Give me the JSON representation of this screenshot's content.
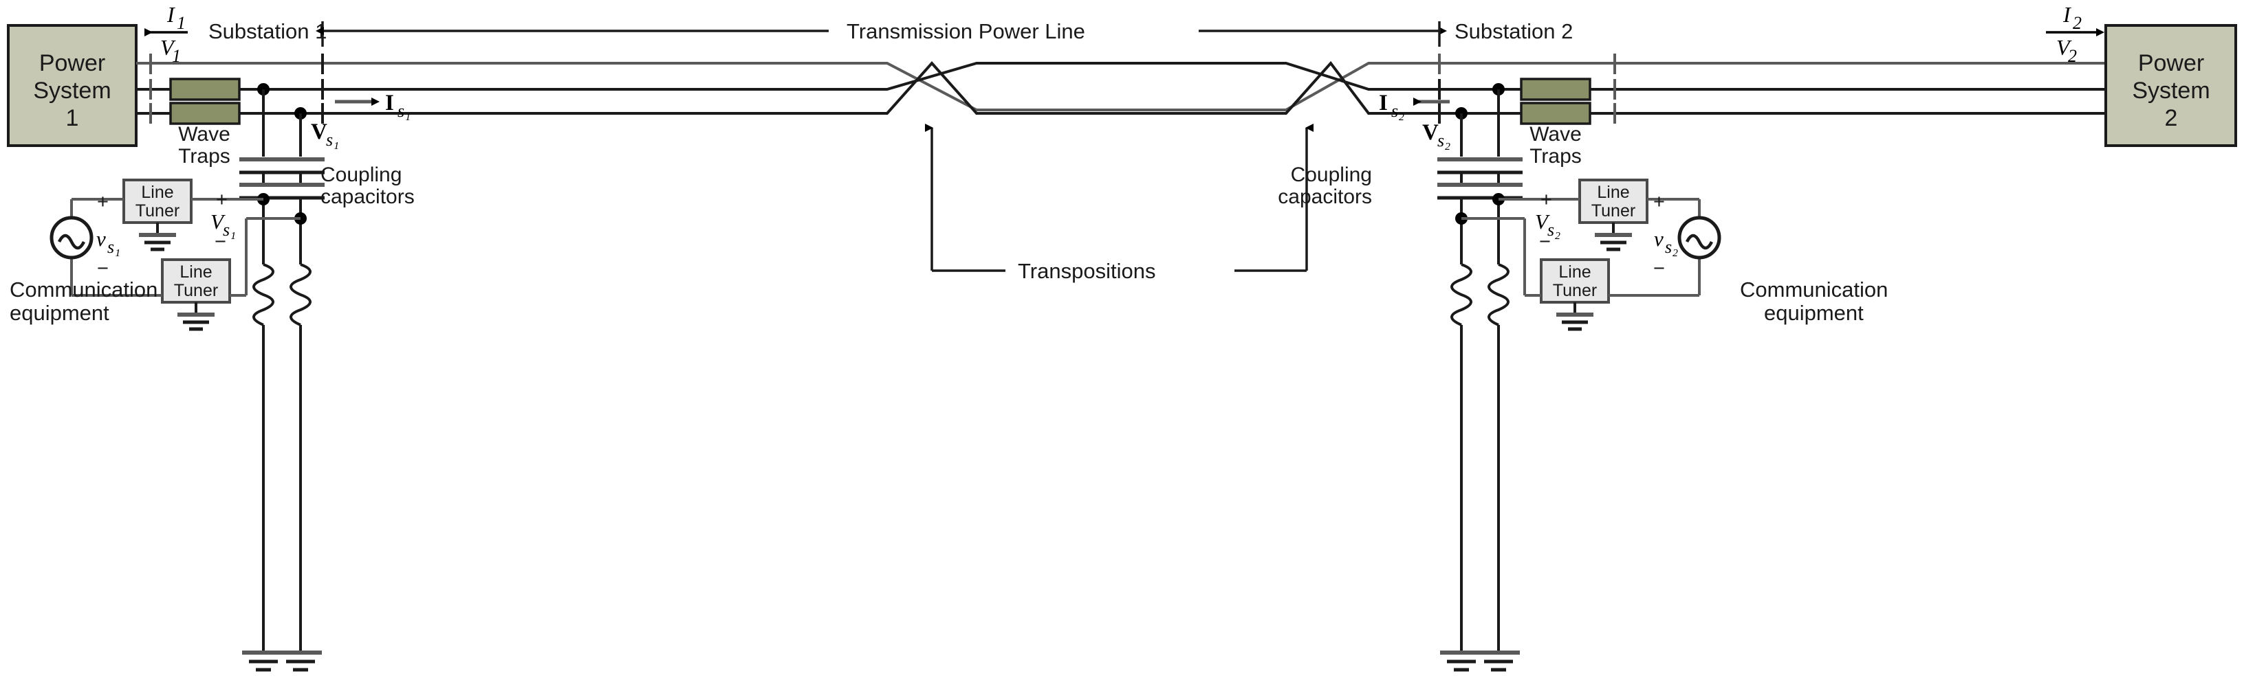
{
  "colors": {
    "power_system_fill": "#c6c8b4",
    "wave_trap_fill": "#8a9068",
    "line_tuner_fill": "#e8e8e8",
    "wire": "#5a5a5a",
    "wire_dark": "#1a1a1a",
    "text": "#1a1a1a",
    "background": "#ffffff"
  },
  "left": {
    "power_system": {
      "line1": "Power",
      "line2": "System",
      "line3": "1"
    },
    "current_label": "I",
    "current_sub": "1",
    "voltage_label": "V",
    "voltage_sub": "1",
    "substation": "Substation 1",
    "wave_traps": {
      "line1": "Wave",
      "line2": "Traps"
    },
    "line_current": "I",
    "line_current_sub": "s₁",
    "line_voltage": "V",
    "line_voltage_sub": "s₁",
    "coupling": {
      "line1": "Coupling",
      "line2": "capacitors"
    },
    "tuner_top": {
      "line1": "Line",
      "line2": "Tuner"
    },
    "tuner_bottom": {
      "line1": "Line",
      "line2": "Tuner"
    },
    "source_label": "v",
    "source_sub": "s₁",
    "plus": "+",
    "minus": "−",
    "tuner_voltage": "V",
    "tuner_voltage_sub": "s₁",
    "comm": {
      "line1": "Communication",
      "line2": "equipment"
    }
  },
  "right": {
    "power_system": {
      "line1": "Power",
      "line2": "System",
      "line3": "2"
    },
    "current_label": "I",
    "current_sub": "2",
    "voltage_label": "V",
    "voltage_sub": "2",
    "substation": "Substation 2",
    "wave_traps": {
      "line1": "Wave",
      "line2": "Traps"
    },
    "line_current": "I",
    "line_current_sub": "s₂",
    "line_voltage": "V",
    "line_voltage_sub": "s₂",
    "coupling": {
      "line1": "Coupling",
      "line2": "capacitors"
    },
    "tuner_top": {
      "line1": "Line",
      "line2": "Tuner"
    },
    "tuner_bottom": {
      "line1": "Line",
      "line2": "Tuner"
    },
    "source_label": "v",
    "source_sub": "s₂",
    "plus": "+",
    "minus": "−",
    "tuner_voltage": "V",
    "tuner_voltage_sub": "s₂",
    "comm": {
      "line1": "Communication",
      "line2": "equipment"
    }
  },
  "middle": {
    "transmission_line": "Transmission Power Line",
    "transpositions": "Transpositions"
  }
}
